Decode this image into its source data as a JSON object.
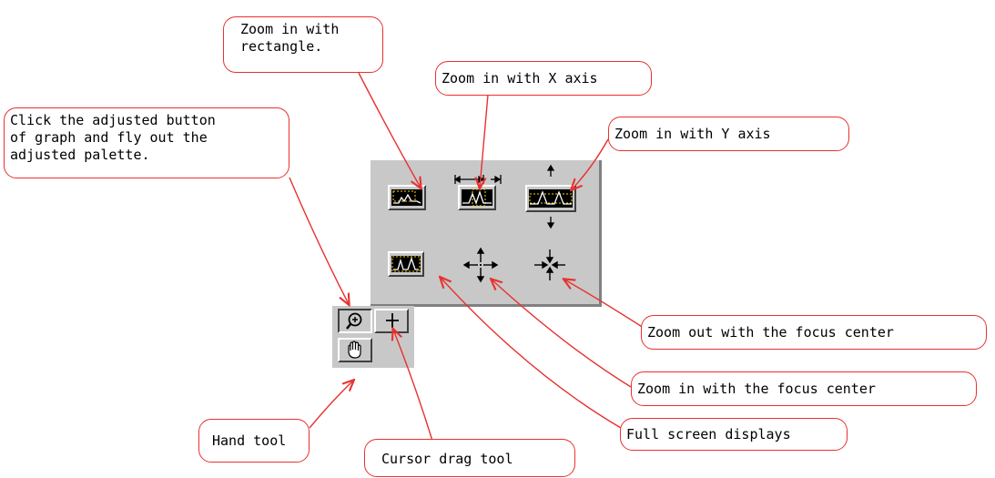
{
  "callouts": {
    "rect_zoom": "Zoom in with\nrectangle.",
    "x_zoom": "Zoom in with X axis",
    "y_zoom": "Zoom in with Y axis",
    "adjusted_button": "Click the adjusted button\nof graph and fly out the\nadjusted palette.",
    "zoom_out_focus": "Zoom out with the focus center",
    "zoom_in_focus": "Zoom in with the focus center",
    "full_screen": "Full screen displays",
    "hand_tool": "Hand tool",
    "cursor_drag": "Cursor drag tool"
  },
  "colors": {
    "arrow": "#e8312f",
    "palette_bg": "#c8c8c8",
    "graph_screen": "#000000",
    "graph_dash": "#ffd400"
  },
  "icons": [
    "rect-zoom-icon",
    "x-zoom-icon",
    "y-zoom-icon",
    "full-screen-icon",
    "zoom-in-focus-icon",
    "zoom-out-focus-icon",
    "magnifier-icon",
    "crosshair-icon",
    "hand-icon"
  ]
}
